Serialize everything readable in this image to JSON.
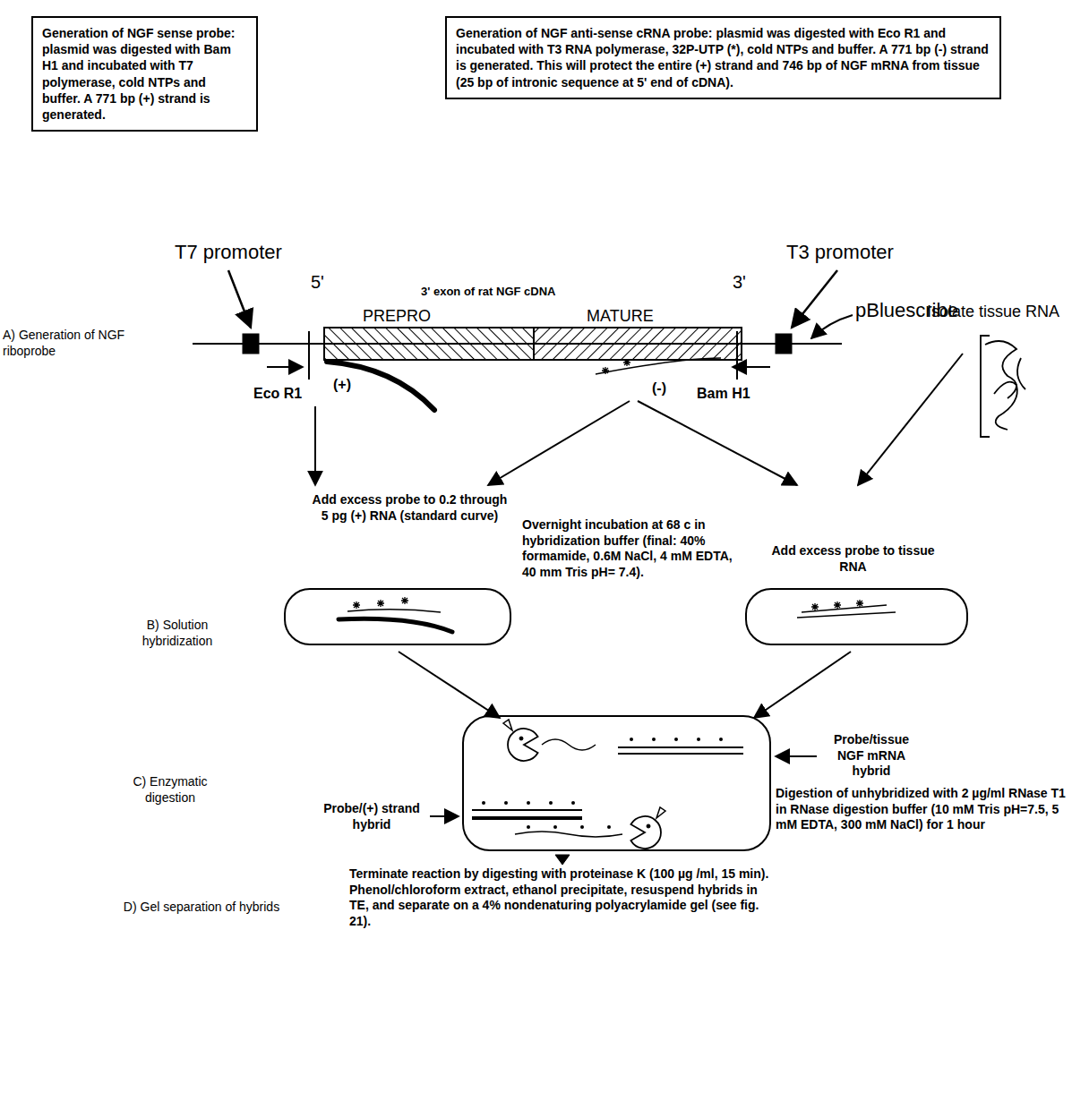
{
  "diagram": {
    "nodes": [
      {
        "text": [
          "Generation of NGF sense probe: plasmid was digested with Bam H1 and incubated with T7 polymerase, cold NTPs and buffer. A 771 bp (+) strand is generated."
        ]
      },
      {
        "text": [
          "Generation of NGF anti-sense cRNA probe: plasmid was digested with Eco R1 and incubated with T3 RNA polymerase, 32P-UTP (*), cold NTPs and buffer. A 771 bp (-) strand is generated. This will protect the entire (+) strand and 746 bp of NGF mRNA from tissue (25 bp of intronic sequence at 5' end of cDNA)."
        ]
      }
    ],
    "labels": [
      "T7 promoter",
      "T3 promoter",
      "5'",
      "3' exon of rat NGF cDNA",
      "3'",
      "pBluescribe",
      "PREPRO",
      "MATURE",
      "A) Generation of NGF riboprobe",
      "(+)",
      "(-)",
      "Eco R1",
      "Bam H1",
      "Isolate tissue RNA",
      "Add excess probe to 0.2 through 5 pg (+) RNA (standard curve)",
      "Add excess probe to tissue RNA",
      "B) Solution hybridization",
      "Overnight incubation at 68 c in hybridization buffer (final: 40% formamide, 0.6M NaCl, 4 mM EDTA, 40 mm Tris pH= 7.4).",
      "Probe/tissue NGF mRNA hybrid",
      "Digestion of unhybridized with 2 µg/ml RNase T1 in RNase digestion buffer (10 mM Tris pH=7.5, 5 mM EDTA, 300 mM NaCl) for 1 hour",
      "C) Enzymatic digestion",
      "Probe/(+) strand hybrid",
      "Terminate reaction by digesting with proteinase K (100 µg /ml, 15 min). Phenol/chloroform extract, ethanol precipitate, resuspend hybrids in TE, and separate on a 4% nondenaturing polyacrylamide gel (see fig. 21).",
      "D) Gel separation of hybrids"
    ]
  }
}
